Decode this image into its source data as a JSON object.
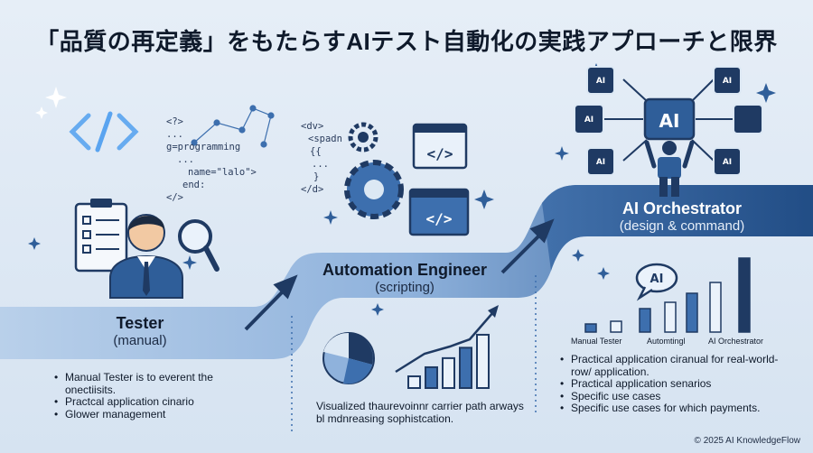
{
  "title": "「品質の再定義」をもたらすAIテスト自動化の実践アプローチと限界",
  "stages": {
    "tester": {
      "name": "Tester",
      "sub": "(manual)"
    },
    "engineer": {
      "name": "Automation Engineer",
      "sub": "(scripting)"
    },
    "orchestrator": {
      "name": "AI Orchestrator",
      "sub": "(design & command)"
    }
  },
  "code_left": [
    "<?>",
    "...",
    "g=programming",
    "...",
    "name=\"lalo\">",
    "end:",
    "</>"
  ],
  "code_mid": [
    "<dv>",
    "<spadn",
    "{{",
    "...",
    "}",
    "</d>"
  ],
  "icons": {
    "ai_badge": "AI",
    "ai_bubble": "AI",
    "ai_node": "AI"
  },
  "bullets_left": [
    "Manual Tester is to everent the onectiisits.",
    "Practcal application cinario",
    "Glower management"
  ],
  "caption_mid": "Visualized thaurevoinnr carrier path arways bl mdnreasing sophistcation.",
  "bar_labels": [
    "Manual Tester",
    "Automtingl",
    "AI Orchestrator"
  ],
  "bars_right": [
    0.09,
    0.12,
    0.26,
    0.33,
    0.43,
    0.55,
    0.82
  ],
  "bullets_right": [
    "Practical application ciranual for real-world-row/ application.",
    "Practical application senarios",
    "Specific use cases",
    "Specific use cases for which payments."
  ],
  "mid_chart_bars": [
    0.18,
    0.32,
    0.46,
    0.62,
    0.82
  ],
  "copyright": "© 2025 AI KnowledgeFlow",
  "colors": {
    "path_light": "#a9c4e4",
    "path_mid": "#6f98cc",
    "path_dark": "#2f5e99",
    "ink": "#1f3a63",
    "accent": "#3d6fae"
  }
}
